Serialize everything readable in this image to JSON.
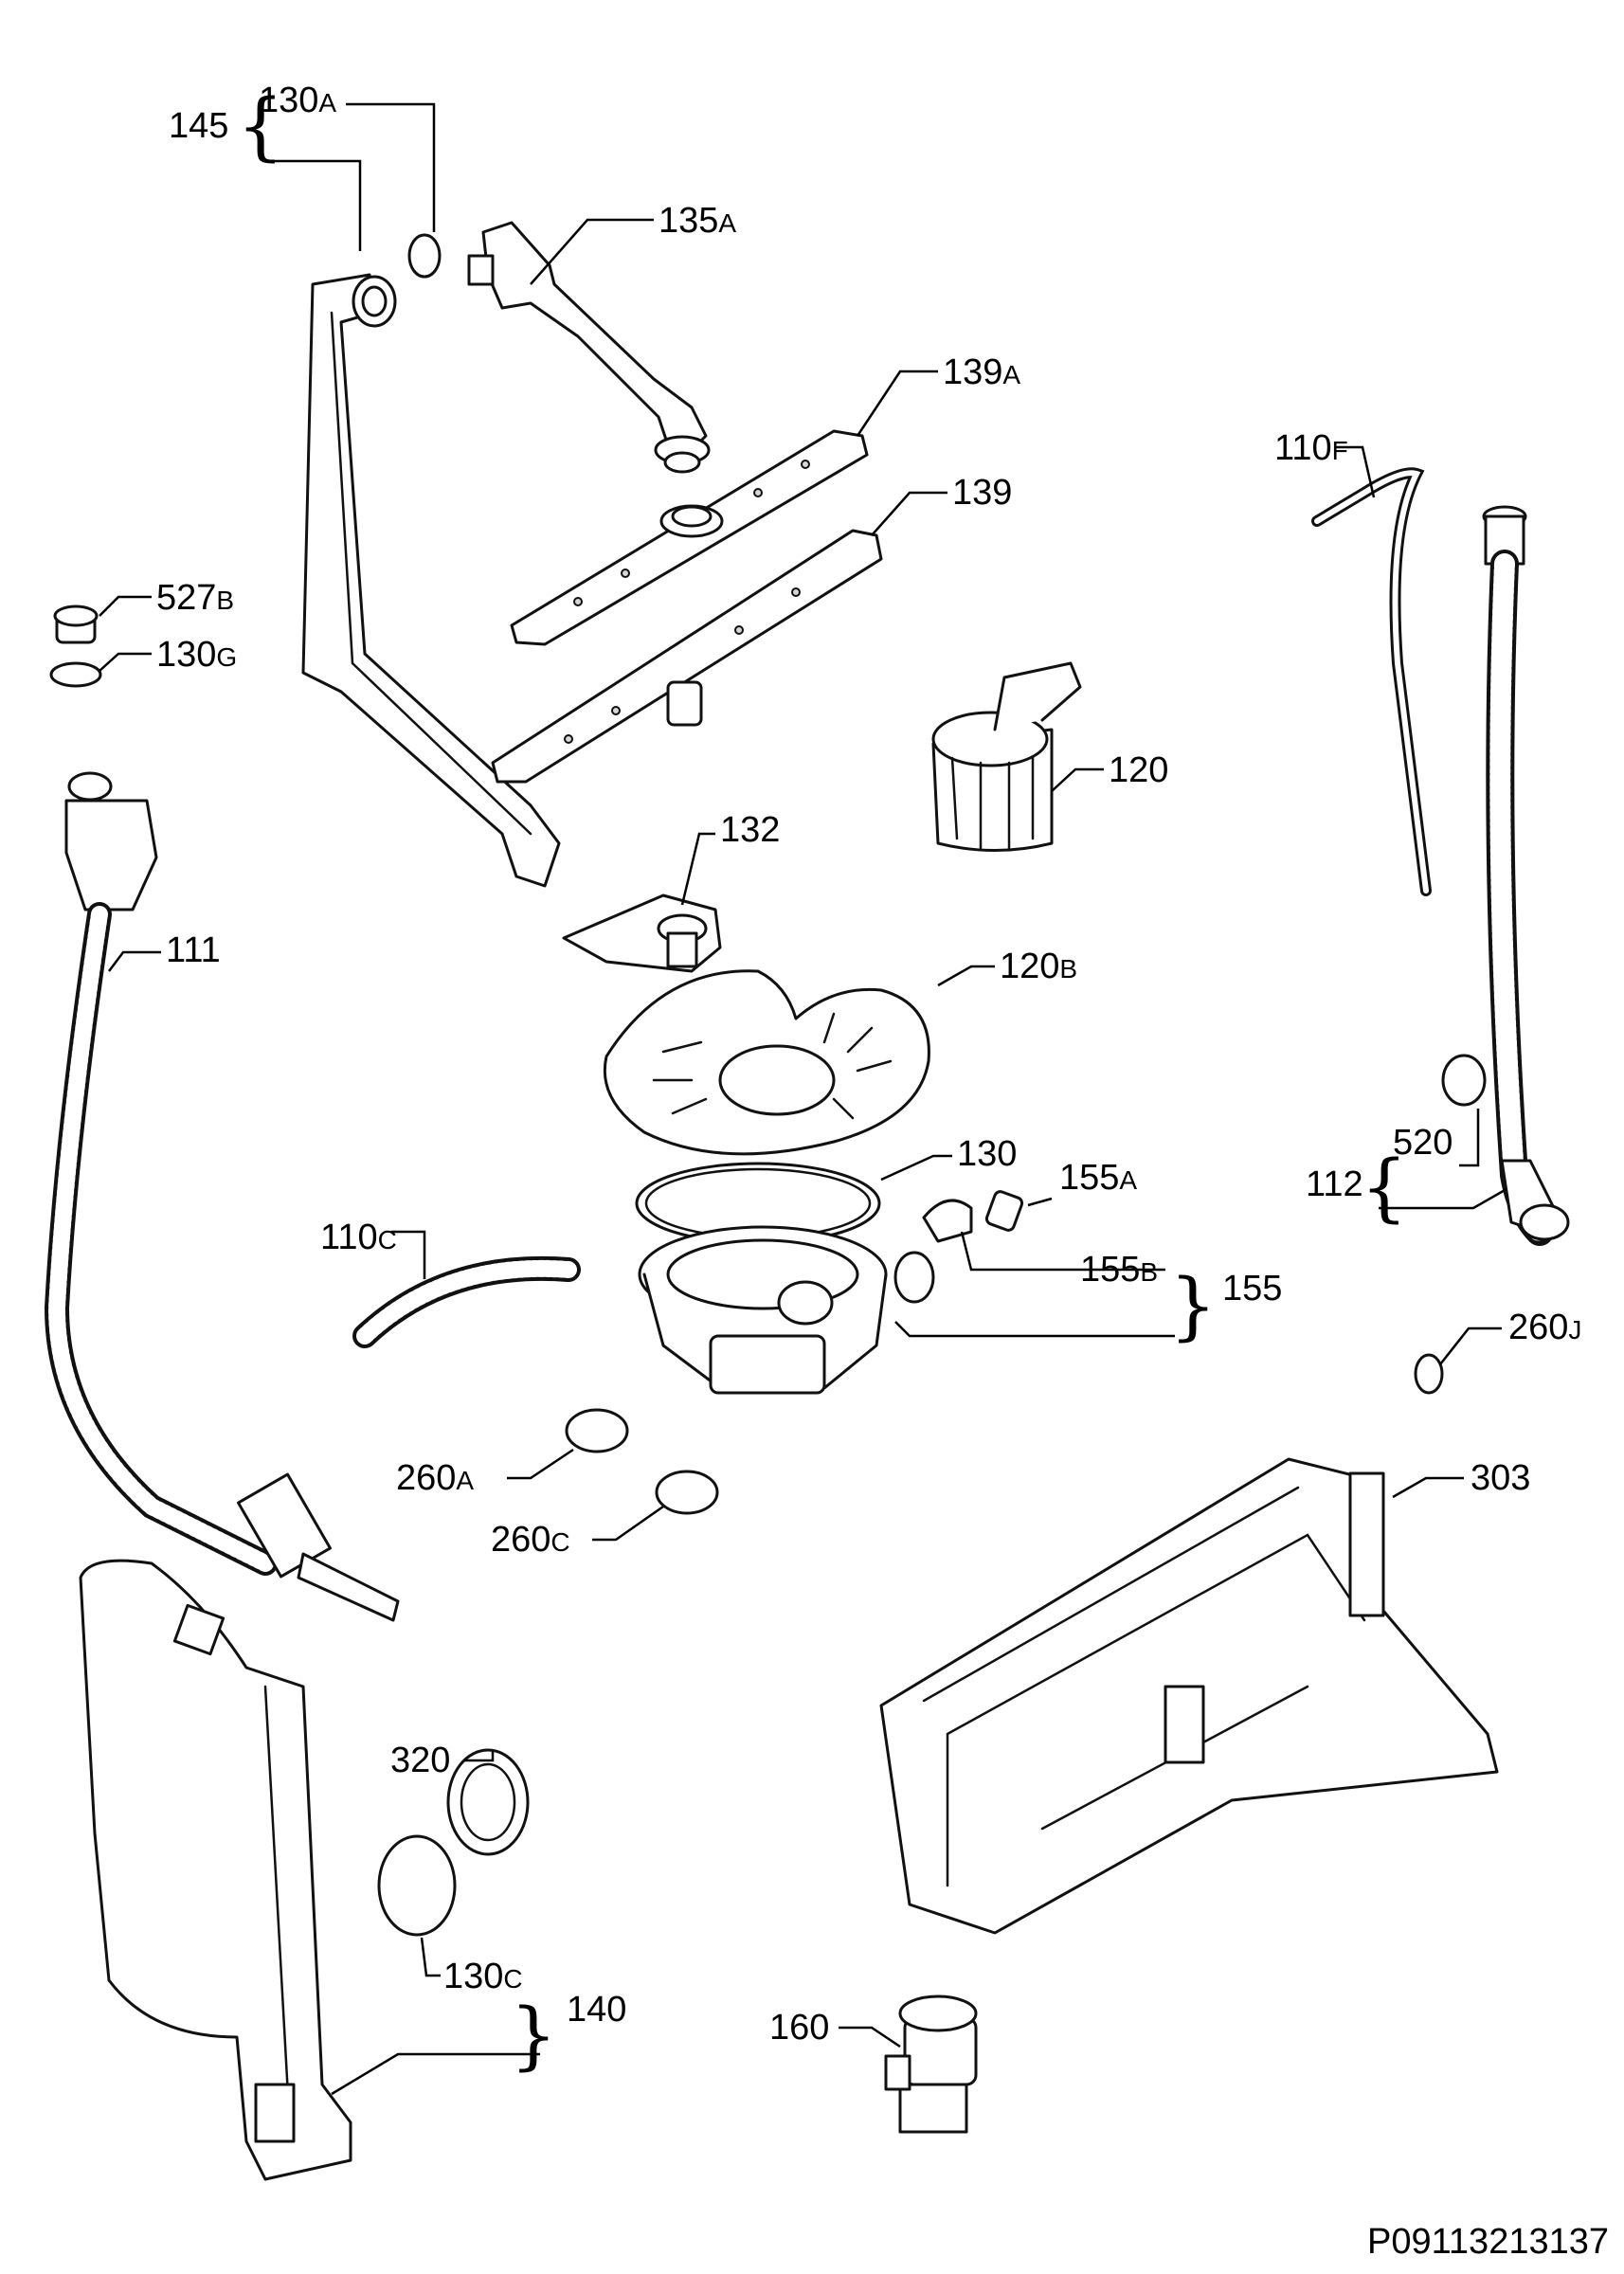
{
  "labels": {
    "l145": "145",
    "l130a": {
      "num": "130",
      "suf": "A"
    },
    "l135a": {
      "num": "135",
      "suf": "A"
    },
    "l139a": {
      "num": "139",
      "suf": "A"
    },
    "l139": "139",
    "l110f": {
      "num": "110",
      "suf": "F"
    },
    "l527b": {
      "num": "527",
      "suf": "B"
    },
    "l130g": {
      "num": "130",
      "suf": "G"
    },
    "l120": "120",
    "l132": "132",
    "l111": "111",
    "l120b": {
      "num": "120",
      "suf": "B"
    },
    "l130": "130",
    "l155a": {
      "num": "155",
      "suf": "A"
    },
    "l110c": {
      "num": "110",
      "suf": "C"
    },
    "l155b": {
      "num": "155",
      "suf": "B"
    },
    "l155": "155",
    "l112": "112",
    "l520": "520",
    "l260j": {
      "num": "260",
      "suf": "J"
    },
    "l260a": {
      "num": "260",
      "suf": "A"
    },
    "l260c": {
      "num": "260",
      "suf": "C"
    },
    "l303": "303",
    "l320": "320",
    "l130c": {
      "num": "130",
      "suf": "C"
    },
    "l140": "140",
    "l160": "160"
  },
  "drawing_code": "P09113213137"
}
